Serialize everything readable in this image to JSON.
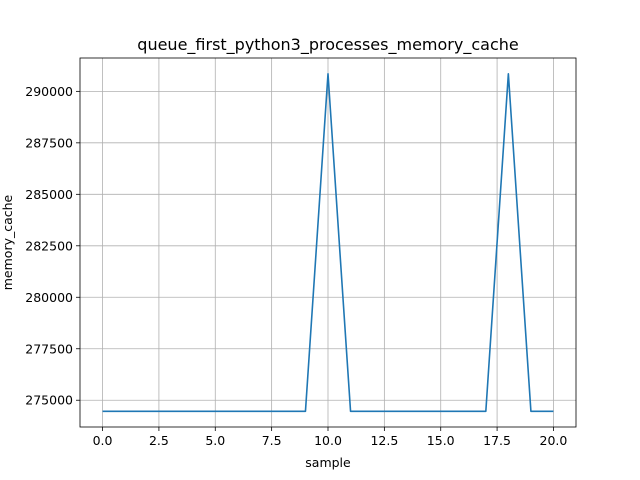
{
  "chart_data": {
    "type": "line",
    "title": "queue_first_python3_processes_memory_cache",
    "xlabel": "sample",
    "ylabel": "memory_cache",
    "xlim": [
      -1,
      21
    ],
    "ylim": [
      273700,
      291620
    ],
    "grid": true,
    "x_ticks": [
      0,
      2.5,
      5,
      7.5,
      10,
      12.5,
      15,
      17.5,
      20
    ],
    "x_tick_labels": [
      "0.0",
      "2.5",
      "5.0",
      "7.5",
      "10.0",
      "12.5",
      "15.0",
      "17.5",
      "20.0"
    ],
    "y_ticks": [
      275000,
      277500,
      280000,
      282500,
      285000,
      287500,
      290000
    ],
    "y_tick_labels": [
      "275000",
      "277500",
      "280000",
      "282500",
      "285000",
      "287500",
      "290000"
    ],
    "series": [
      {
        "color": "#1f77b4",
        "x": [
          0,
          1,
          2,
          3,
          4,
          5,
          6,
          7,
          8,
          9,
          10,
          11,
          12,
          13,
          14,
          15,
          16,
          17,
          18,
          19,
          20
        ],
        "values": [
          274460,
          274460,
          274460,
          274460,
          274460,
          274460,
          274460,
          274460,
          274460,
          274460,
          290850,
          274460,
          274460,
          274460,
          274460,
          274460,
          274460,
          274460,
          290850,
          274460,
          274460
        ]
      }
    ]
  }
}
